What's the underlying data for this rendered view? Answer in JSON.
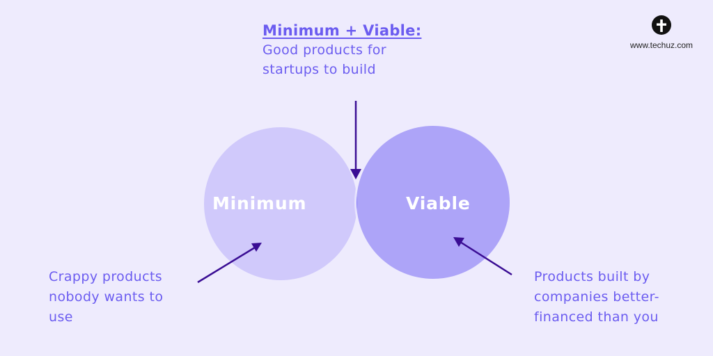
{
  "title": {
    "heading": "Minimum + Viable:",
    "subtitle_line1": "Good products for",
    "subtitle_line2": "startups to build"
  },
  "circles": {
    "left_label": "Minimum",
    "right_label": "Viable"
  },
  "notes": {
    "left": [
      "Crappy products",
      "nobody wants to",
      "use"
    ],
    "right": [
      "Products built by",
      "companies better-",
      "financed than you"
    ]
  },
  "logo": {
    "icon": "techuz-cross-logo-icon",
    "text": "www.techuz.com"
  },
  "colors": {
    "background": "#eeebfd",
    "left_circle": "#d0c9fb",
    "right_circle": "#ada4f8",
    "intersection": "#8479fb",
    "text_accent": "#6b5cf0",
    "arrow": "#3a0d94"
  }
}
